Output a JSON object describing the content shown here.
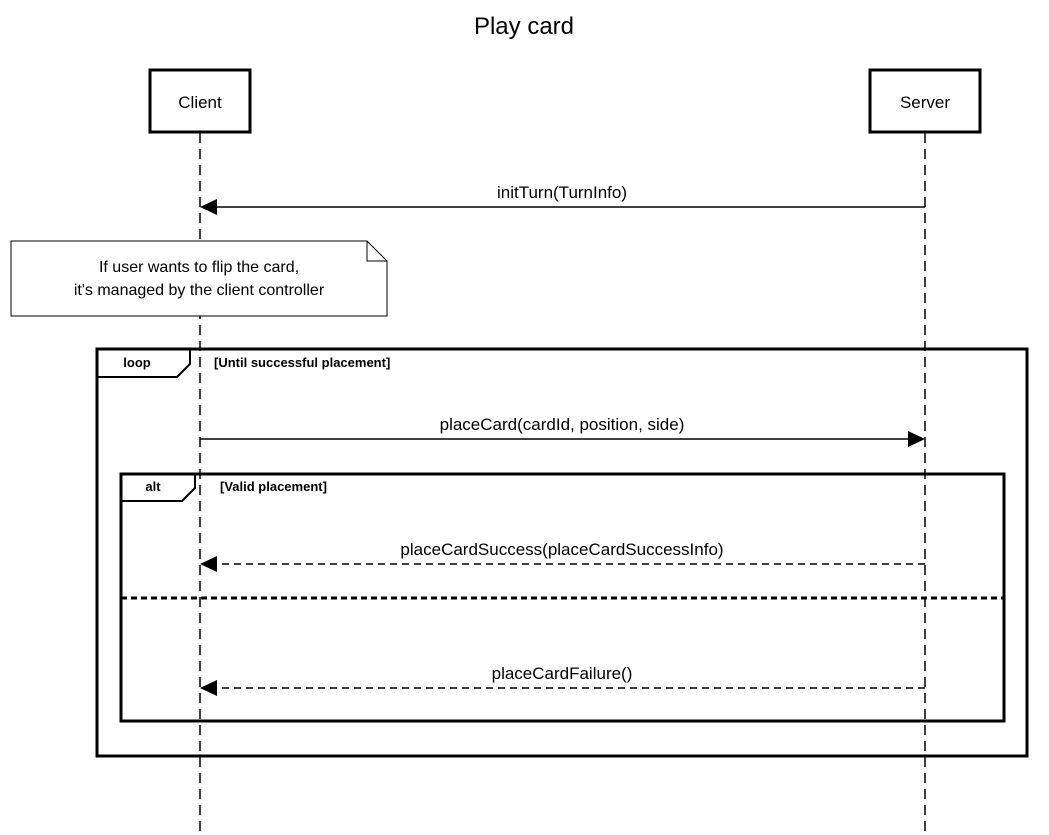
{
  "title": "Play card",
  "lifelines": {
    "client": {
      "label": "Client"
    },
    "server": {
      "label": "Server"
    }
  },
  "messages": {
    "init_turn": {
      "label": "initTurn(TurnInfo)",
      "from": "Server",
      "to": "Client",
      "style": "solid"
    },
    "place_card": {
      "label": "placeCard(cardId, position, side)",
      "from": "Client",
      "to": "Server",
      "style": "solid"
    },
    "place_card_success": {
      "label": "placeCardSuccess(placeCardSuccessInfo)",
      "from": "Server",
      "to": "Client",
      "style": "dashed"
    },
    "place_card_failure": {
      "label": "placeCardFailure()",
      "from": "Server",
      "to": "Client",
      "style": "dashed"
    }
  },
  "note": {
    "line1": "If user wants to flip the card,",
    "line2": "it's managed by the client controller"
  },
  "frames": {
    "loop": {
      "keyword": "loop",
      "guard": "[Until successful placement]"
    },
    "alt": {
      "keyword": "alt",
      "guard": "[Valid placement]"
    }
  },
  "colors": {
    "stroke": "#000000",
    "background": "#ffffff"
  }
}
